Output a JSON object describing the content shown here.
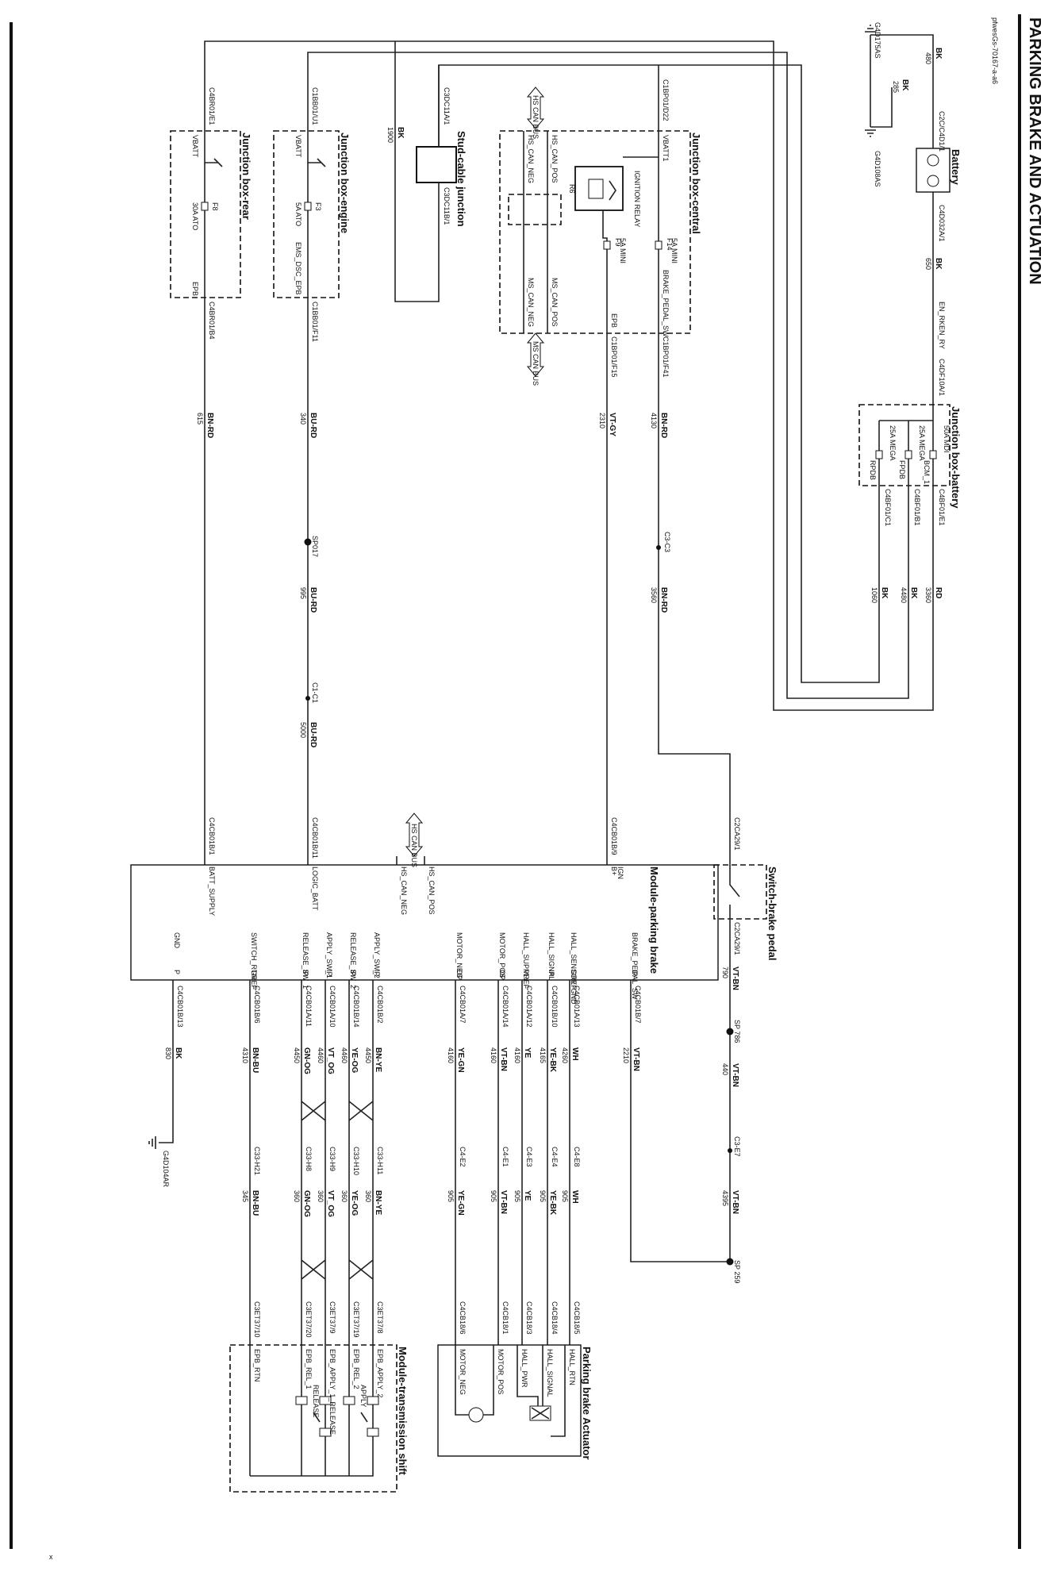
{
  "title": "PARKING BRAKE AND ACTUATION",
  "doc_ref": "pfwesGs-70167-a-a6",
  "footer_mark": "x",
  "components": {
    "battery": "Battery",
    "jb_battery": "Junction box-battery",
    "jb_central": "Junction box-central",
    "stud_junction": "Stud-cable junction",
    "jb_engine": "Junction box-engine",
    "jb_rear": "Junction box-rear",
    "switch_pedal": "Switch-brake pedal",
    "mod_pbrake": "Module-parking brake",
    "pb_actuator": "Parking brake Actuator",
    "mod_trans": "Module-transmission shift"
  },
  "grounds": {
    "g1": "G4D175AS",
    "g2": "G4D108AS",
    "g3": "G4D104AR"
  },
  "splices": {
    "sp17": "SP017",
    "sp786": "SP 786",
    "sp259": "SP 259"
  },
  "inline": {
    "c1_c3": "C3-C3",
    "c1_c1": "C1-C1",
    "c1_e7": "C3-E7"
  },
  "jb_battery": {
    "f1": "50A MDI",
    "f1n": "BCM_1",
    "f2": "25A MEGA",
    "f2n": "FPDB",
    "f3": "25A MEGA",
    "f3n": "RPDB",
    "p1": "C4BF01/E1",
    "p2": "C4BF01/B1",
    "p3": "C4BF01/C1"
  },
  "jb_central": {
    "f14": "F14",
    "f14a": "5A MINI",
    "f9": "F9",
    "f9a": "5A MINI",
    "relay": "IGNITION RELAY",
    "r6": "R6",
    "pin_in": "C1BP01/D22",
    "vbatt": "VBATT1",
    "pin_sw": "C1BP01/F41",
    "pin_epb": "C1BP01/F15",
    "bp": "BRAKE_PEDAL_SW",
    "epb": "EPB",
    "hs_pos": "HS_CAN_POS",
    "hs_neg": "HS_CAN_NEG",
    "ms_pos": "MS_CAN_POS",
    "ms_neg": "MS_CAN_NEG",
    "hs_bus": "HS CAN BUS",
    "ms_bus": "MS CAN BUS"
  },
  "stud": {
    "p1": "C3DC11A/1",
    "p2": "C3DC11B/1"
  },
  "jb_engine": {
    "pin_in": "C1BB01/U1",
    "f3": "F3",
    "f3a": "5A ATO",
    "vbatt": "VBATT",
    "net": "EMS_DSC_EPB",
    "pin_out": "C1BB01/F11"
  },
  "jb_rear": {
    "pin_in": "C4BR01/E1",
    "f8": "F8",
    "f8a": "30A ATO",
    "vbatt": "VBATT",
    "net": "EPB",
    "pin_out": "C4BR01/B4"
  },
  "wires": {
    "bk480": "BK",
    "bk480n": "480",
    "bk285": "BK",
    "bk285n": "285",
    "bk650": "BK",
    "bk650n": "650",
    "enrken": "EN_RKEN_RY",
    "bk1900": "BK",
    "bk1900n": "1900",
    "rd3360": "RD",
    "rd3360n": "3360",
    "bk4480": "BK",
    "bk4480n": "4480",
    "bk1060": "BK",
    "bk1060n": "1060",
    "bnrd4130": "BN-RD",
    "bnrd4130n": "4130",
    "bnrd3560": "BN-RD",
    "bnrd3560n": "3560",
    "vtgy": "VT-GY",
    "vtgyn": "2310",
    "burd340": "BU-RD",
    "burd340n": "340",
    "burd995": "BU-RD",
    "burd995n": "995",
    "burd5000": "BU-RD",
    "burd5000n": "5000",
    "bnrd615": "BN-RD",
    "bnrd615n": "615",
    "vtbn790": "VT-BN",
    "vtbn790n": "790",
    "vtbn440": "VT-BN",
    "vtbn440n": "440",
    "vtbn4395": "VT-BN",
    "vtbn4395n": "4395",
    "vtbn2210": "VT-BN",
    "vtbn2210n": "2210",
    "bk830": "BK",
    "bk830n": "830"
  },
  "pins": {
    "c2c": "C2C/C4D1/1",
    "c3d": "C4D032A/1",
    "c4df": "C4DF10A/1",
    "ign": "C4CB01B/9",
    "logic": "C4CB01B/11",
    "batt": "C4CB01B/1",
    "sw_a": "C2CA29/1",
    "sw_b": "C2CA29/1"
  },
  "module": {
    "b_ign": "B+",
    "ign": "IGN",
    "can_pos": "HS_CAN_POS",
    "can_neg": "HS_CAN_NEG",
    "logic": "LOGIC_BATT",
    "batt": "BATT_SUPPLY",
    "can_bus": "HS CAN BUS",
    "bp_sw": "BRAKE_PEDAL_SW",
    "gnd": "GND"
  },
  "signals": [
    {
      "pin": "C4CB01B/7",
      "color": "VT-BN",
      "n": "2210",
      "net": "BRAKE_PEDAL_SW",
      "t": "IP"
    },
    {
      "pin": "C4CB01A/13",
      "color": "WH",
      "n": "4260",
      "net": "HALL_SENSOR_GND",
      "t": "GREF"
    },
    {
      "pin": "C4CB01B/10",
      "color": "YE-BK",
      "n": "4165",
      "net": "HALL_SIGNAL",
      "t": "IP"
    },
    {
      "pin": "C4CB01A/12",
      "color": "YE",
      "n": "4160",
      "net": "HALL_SUPPLY",
      "t": "VREF"
    },
    {
      "pin": "C4CB01A/14",
      "color": "VT-BN",
      "n": "4160",
      "net": "MOTOR_POS",
      "t": "OP"
    },
    {
      "pin": "C4CB01A/7",
      "color": "YE-GN",
      "n": "4160",
      "net": "MOTOR_NEG",
      "t": "OP"
    },
    {
      "pin": "C4CB01B/2",
      "color": "BN-YE",
      "n": "4450",
      "net": "APPLY_SW_2",
      "t": "IP"
    },
    {
      "pin": "C4CB01B/14",
      "color": "YE-OG",
      "n": "4460",
      "net": "RELEASE_SW_2",
      "t": "IP"
    },
    {
      "pin": "C4CB01A/10",
      "color": "VT_OG",
      "n": "4460",
      "net": "APPLY_SW_1",
      "t": "IP"
    },
    {
      "pin": "C4CB01A/11",
      "color": "GN-OG",
      "n": "4450",
      "net": "RELEASE_SW_1",
      "t": "IP"
    },
    {
      "pin": "C4CB01B/6",
      "color": "BN-BU",
      "n": "4310",
      "net": "SWITCH_RTN",
      "t": "GREF"
    },
    {
      "pin": "C4CB01B/13",
      "color": "BK",
      "n": "830",
      "net": "GND",
      "t": "P"
    }
  ],
  "actuator": {
    "rtn": "HALL_RTN",
    "sig": "HALL_SIGNAL",
    "pwr": "HALL_PWR",
    "pos": "MOTOR_POS",
    "neg": "MOTOR_NEG",
    "p5": "C4CB18/5",
    "p4": "C4CB18/4",
    "p3": "C4CB18/3",
    "p1": "C4CB18/1",
    "p6": "C4CB18/6",
    "i8": "C4-E8",
    "i4": "C4-E4",
    "i3": "C4-E3",
    "i1": "C4-E1",
    "i2": "C4-E2",
    "c_wh": "WH",
    "c_yebk": "YE-BK",
    "c_ye": "YE",
    "c_vtbn": "VT-BN",
    "c_yegn": "YE-GN",
    "n905": "905"
  },
  "trans": {
    "i1": "C33-H11",
    "i2": "C33-H10",
    "i3": "C33-H9",
    "i4": "C33-H8",
    "i5": "C33-H21",
    "o1": "C3ET37/8",
    "o2": "C3ET37/19",
    "o3": "C3ET37/9",
    "o4": "C3ET37/20",
    "o5": "C3ET37/10",
    "c1": "BN-YE",
    "c2": "YE-OG",
    "c3": "VT_OG",
    "c4": "GN-OG",
    "c5": "BN-BU",
    "n1": "360",
    "n2": "360",
    "n3": "360",
    "n4": "360",
    "n5": "345",
    "a2": "EPB_APPLY_2",
    "r2": "EPB_REL_2",
    "a1": "EPB_APPLY_1_RELEASE",
    "r1": "EPB_REL_1",
    "rtn": "EPB_RTN",
    "op": "OP",
    "gref": "GREF",
    "apply": "APPLY",
    "release": "RELEASE"
  }
}
